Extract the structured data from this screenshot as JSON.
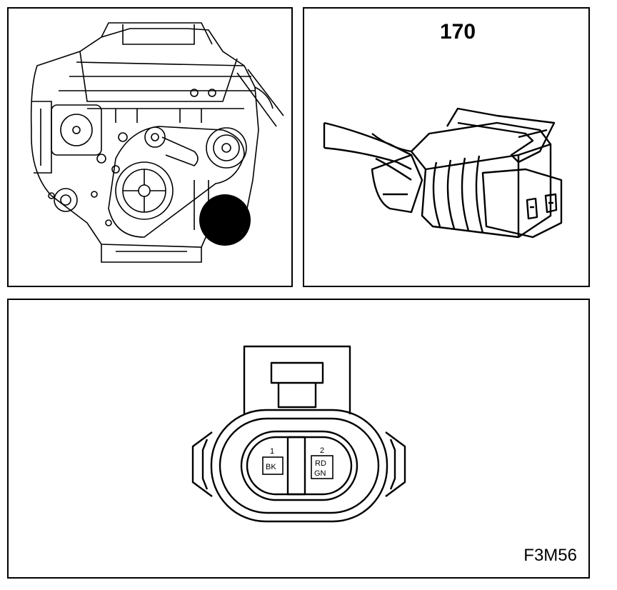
{
  "connector": {
    "number": "170",
    "figure_code": "F3M56"
  },
  "pins": [
    {
      "number": "1",
      "wire_colors": [
        "BK"
      ]
    },
    {
      "number": "2",
      "wire_colors": [
        "RD",
        "GN"
      ]
    }
  ]
}
